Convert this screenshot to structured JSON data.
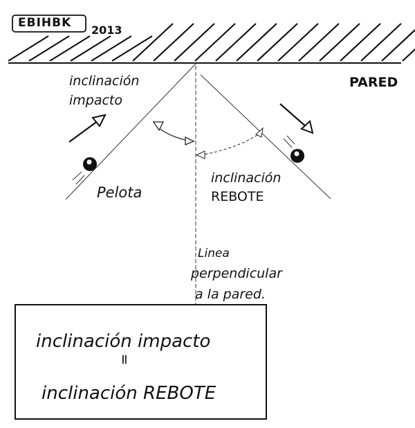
{
  "logo": {
    "text": "EBIHBK",
    "year": "2013"
  },
  "labels": {
    "wall": "PARED",
    "impact_line1": "inclinación",
    "impact_line2": "impacto",
    "ball": "Pelota",
    "rebound_line1": "inclinación",
    "rebound_line2": "REBOTE",
    "perp_line1": "Linea",
    "perp_line2": "perpendicular",
    "perp_line3": "a la pared."
  },
  "conclusion": {
    "line1": "inclinación impacto",
    "equals": "=",
    "line2": "inclinación REBOTE"
  }
}
